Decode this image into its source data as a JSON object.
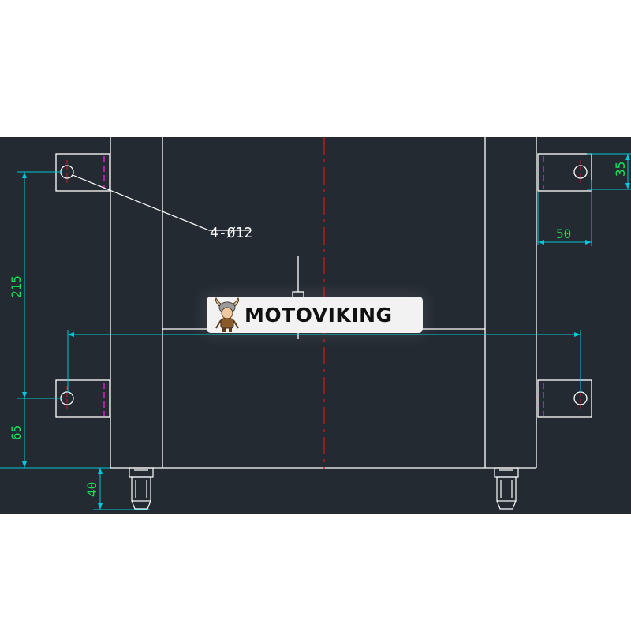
{
  "colors": {
    "background": "#232a31",
    "outline": "#ffffff",
    "dimension_line": "#00c8d8",
    "dimension_text": "#18e05a",
    "centerline": "#cc1a1a",
    "hidden_line": "#e020c8"
  },
  "annotations": {
    "hole_callout": "4-Ø12",
    "dim_vertical_spacing": "215",
    "dim_lower_offset": "65",
    "dim_foot_height": "40",
    "dim_top_offset": "35",
    "dim_horizontal_offset": "50"
  },
  "watermark": {
    "brand": "MOTOVIKING",
    "logo_icon": "viking-mascot-icon"
  }
}
